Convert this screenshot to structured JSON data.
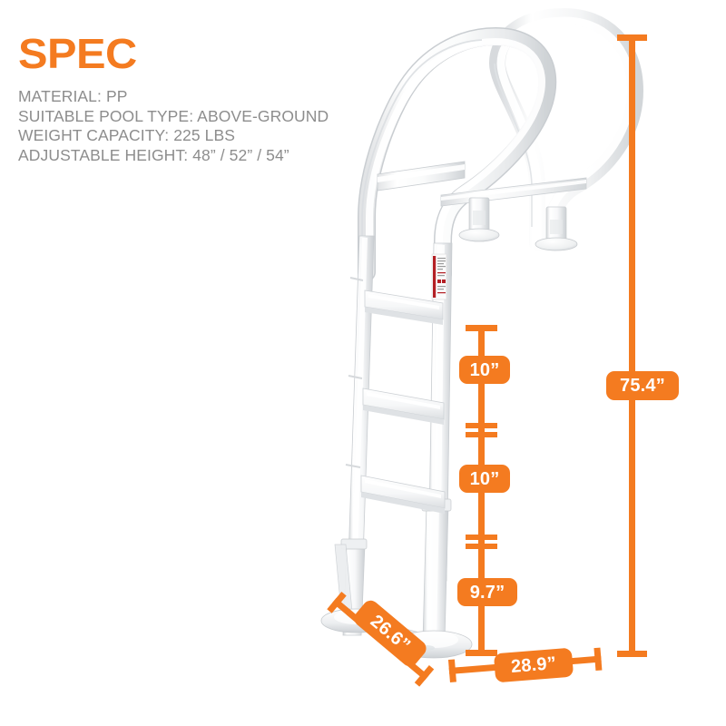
{
  "spec": {
    "title": "SPEC",
    "lines": [
      "MATERIAL: PP",
      "SUITABLE POOL TYPE: ABOVE-GROUND",
      "WEIGHT CAPACITY: 225 LBS",
      "ADJUSTABLE HEIGHT: 48” / 52” / 54”"
    ]
  },
  "colors": {
    "accent": "#F47B20",
    "spec_text": "#8d8d8d",
    "background": "#FFFFFF",
    "product": "#FFFFFF"
  },
  "dimensions": {
    "step_gap_top": "10”",
    "step_gap_middle": "10”",
    "step_gap_bottom": "9.7”",
    "overall_height": "75.4”",
    "base_width": "28.9”",
    "base_depth": "26.6”"
  },
  "product": {
    "name": "above-ground-pool-ladder",
    "step_count": 3,
    "handrail_count": 2,
    "warning_label": "warning-sticker"
  }
}
